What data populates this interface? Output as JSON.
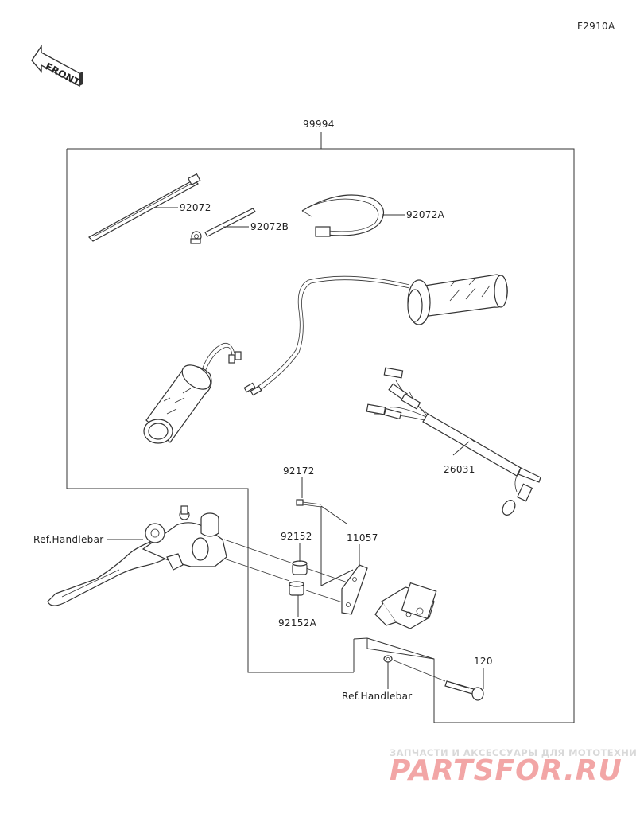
{
  "figure_code": "F2910A",
  "front_label": "FRONT",
  "callouts": {
    "kit": "99994",
    "tie_long": "92072",
    "tie_small": "92072B",
    "band": "92072A",
    "harness": "26031",
    "screw": "92172",
    "collar_a": "92152",
    "collar_b": "92152A",
    "bracket": "11057",
    "bolt": "120",
    "ref_handlebar_left": "Ref.Handlebar",
    "ref_handlebar_bottom": "Ref.Handlebar"
  },
  "watermark": {
    "tagline": "ЗАПЧАСТИ И АКСЕССУАРЫ ДЛЯ МОТОТЕХНИКИ",
    "brand": "PARTSFOR.RU"
  }
}
